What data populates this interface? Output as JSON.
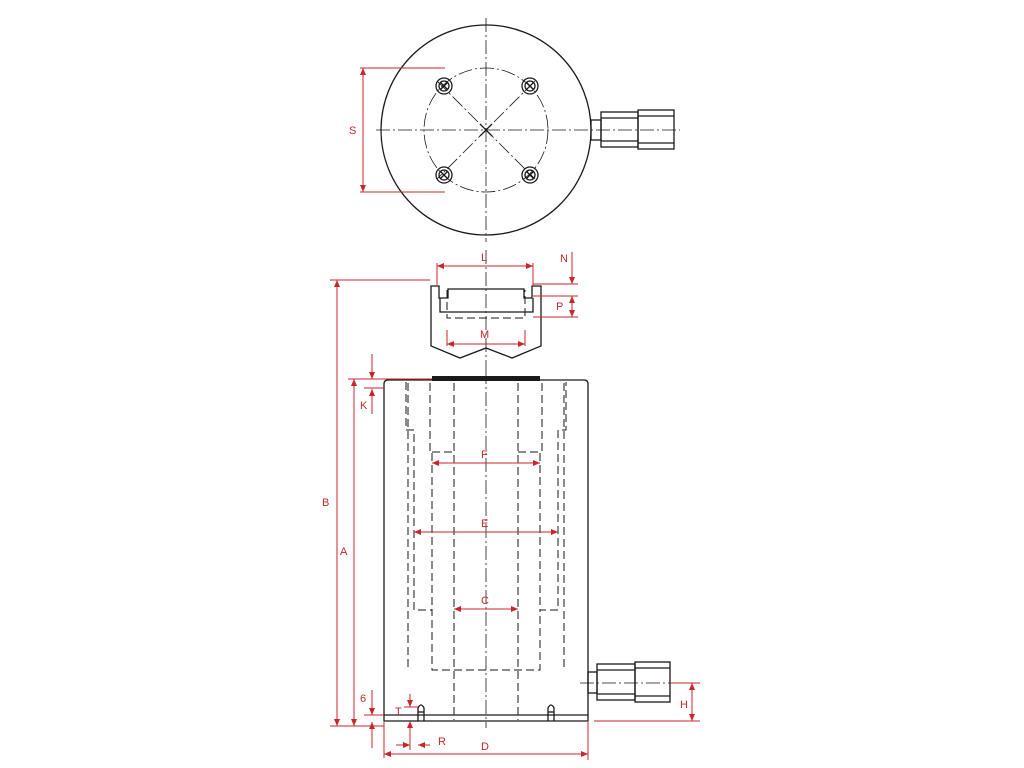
{
  "drawing": {
    "dimensions": {
      "S": "S",
      "L": "L",
      "N": "N",
      "P": "P",
      "M": "M",
      "B": "B",
      "A": "A",
      "K": "K",
      "F": "F",
      "E": "E",
      "C": "C",
      "six": "6",
      "T": "T",
      "R": "R",
      "D": "D",
      "H": "H"
    },
    "colors": {
      "outline": "#1a1a1a",
      "dimension": "#c8262b"
    }
  }
}
